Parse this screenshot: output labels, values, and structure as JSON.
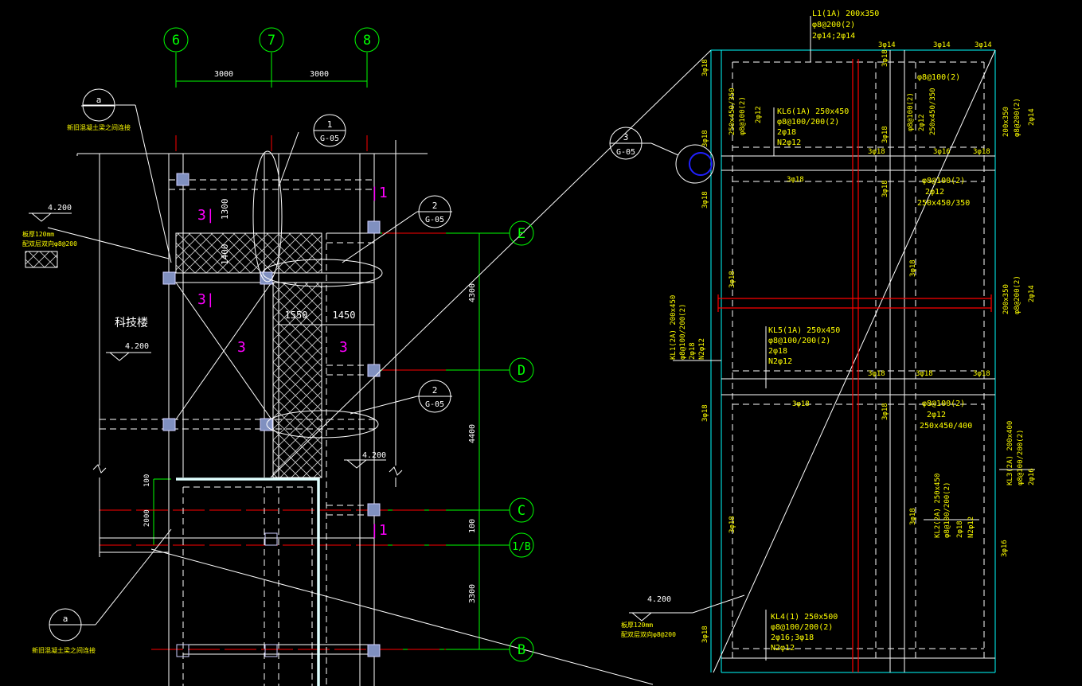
{
  "colors": {
    "background": "#000000",
    "grid_line": "#00ff00",
    "beam": "#ffffff",
    "axis_red": "#ff0000",
    "annotation": "#ffff00",
    "magenta_label": "#ff00ff",
    "cyan_outline": "#00ffff",
    "column_fill": "#8090c0"
  },
  "left_plan": {
    "axes_top": [
      "6",
      "7",
      "8"
    ],
    "axes_right": [
      "E",
      "D",
      "C",
      "1/B",
      "B"
    ],
    "dims_top": [
      "3000",
      "3000"
    ],
    "dims_right": [
      "4300",
      "4400",
      "100",
      "3300"
    ],
    "dims_left": [
      "1300",
      "1400",
      "100",
      "2000"
    ],
    "dims_inner": [
      "1550",
      "1450"
    ],
    "building_label": "科技楼",
    "elevations": [
      "4.200",
      "4.200",
      "4.200"
    ],
    "slab_note_line1": "板厚120mm",
    "slab_note_line2": "配双层双向φ8@200",
    "callout_a_top_letter": "a",
    "callout_a_top_note": "新旧混凝土梁之间连接",
    "callout_a_bottom_letter": "a",
    "callout_a_bottom_note": "新旧混凝土梁之间连接",
    "callout_1": {
      "num": "1",
      "sheet": "G-05"
    },
    "callout_2a": {
      "num": "2",
      "sheet": "G-05"
    },
    "callout_2b": {
      "num": "2",
      "sheet": "G-05"
    },
    "magenta_marks": [
      "3|",
      "3|",
      "3",
      "3",
      "|1",
      "|1"
    ]
  },
  "right_detail": {
    "callout_3": {
      "num": "3",
      "sheet": "G-05"
    },
    "L1": [
      "L1(1A) 200x350",
      "φ8@200(2)",
      "2φ14;2φ14"
    ],
    "KL6": [
      "KL6(1A) 250x450",
      "φ8@100/200(2)",
      "2φ18",
      "N2φ12"
    ],
    "KL5": [
      "KL5(1A) 250x450",
      "φ8@100/200(2)",
      "2φ18",
      "N2φ12"
    ],
    "KL4": [
      "KL4(1) 250x500",
      "φ8@100/200(2)",
      "2φ16;3φ18",
      "N2φ12"
    ],
    "KL1": [
      "KL1(2A) 200x450",
      "φ8@100/200(2)",
      "2φ18",
      "N2φ12"
    ],
    "KL2": [
      "KL2(2A) 250x450",
      "φ8@100/200(2)",
      "2φ18",
      "N2φ12"
    ],
    "KL3": [
      "KL3(2A) 200x400",
      "φ8@100/200(2)",
      "2φ16"
    ],
    "left_vert_beam": [
      "250x450/350",
      "φ8@100(2)",
      "2φ12"
    ],
    "mid_vert_beam_top": [
      "φ8@100(2)",
      "2φ12",
      "250x450/350"
    ],
    "mid_beam_1": [
      "φ8@100(2)",
      "2φ12",
      "250x450/350"
    ],
    "mid_beam_2": [
      "φ8@100(2)",
      "2φ12",
      "250x450/400"
    ],
    "right_beam_1": [
      "200x350",
      "φ8@200(2)",
      "2φ14"
    ],
    "right_beam_2": [
      "200x350",
      "φ8@200(2)",
      "2φ14"
    ],
    "top_right_note": "φ8@100(2)",
    "bar_top_1": "3φ14",
    "bar_top_2": "3φ14",
    "bar_3phi18": "3φ18",
    "bar_3phi16": "3φ16",
    "elevation": "4.200",
    "slab_note_line1": "板厚120mm",
    "slab_note_line2": "配双层双向φ8@200"
  }
}
